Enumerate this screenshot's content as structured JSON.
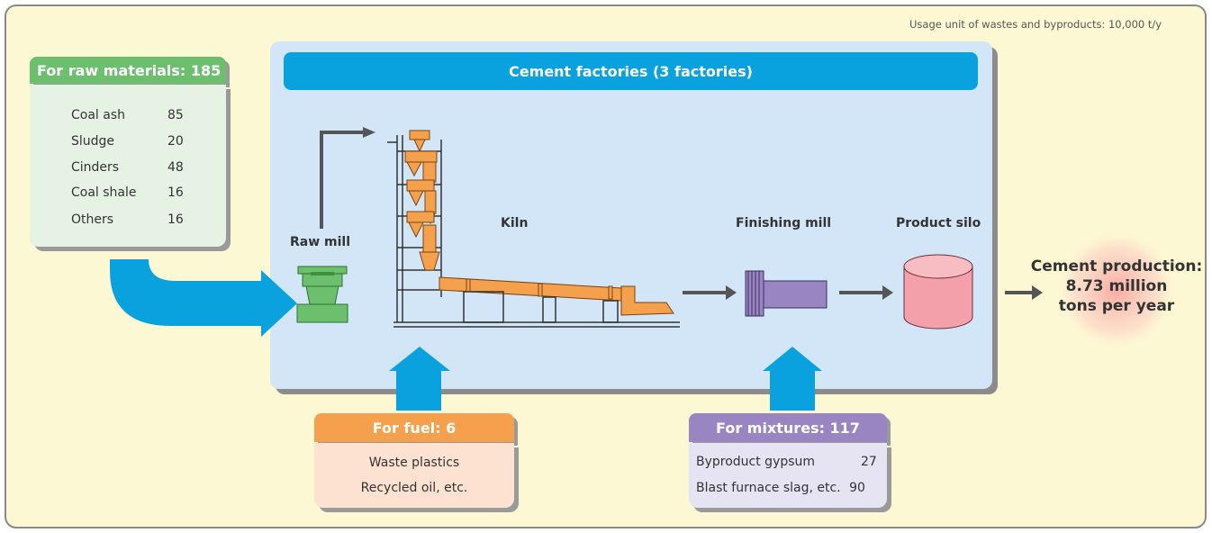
{
  "units_note": "Usage unit of wastes and byproducts: 10,000 t/y",
  "factory": {
    "title": "Cement factories (3 factories)"
  },
  "raw_materials": {
    "header": "For raw materials: 185",
    "items": [
      {
        "label": "Coal ash",
        "value": "85"
      },
      {
        "label": "Sludge",
        "value": "20"
      },
      {
        "label": "Cinders",
        "value": "48"
      },
      {
        "label": "Coal shale",
        "value": "16"
      },
      {
        "label": "Others",
        "value": "16"
      }
    ]
  },
  "fuel": {
    "header": "For fuel: 6",
    "items": [
      "Waste plastics",
      "Recycled oil, etc."
    ]
  },
  "mixtures": {
    "header": "For mixtures: 117",
    "items": [
      {
        "label": "Byproduct gypsum",
        "value": "27"
      },
      {
        "label": "Blast furnace slag, etc.",
        "value": "90"
      }
    ]
  },
  "stages": {
    "raw_mill": "Raw mill",
    "kiln": "Kiln",
    "finishing_mill": "Finishing mill",
    "product_silo": "Product silo"
  },
  "output": {
    "lines": [
      "Cement production:",
      "8.73 million",
      "tons per year"
    ]
  },
  "colors": {
    "background": "#fdf8d4",
    "factory_panel": "#d3e6f7",
    "title_bar": "#0aa2de",
    "flow_arrow": "#0aa2de",
    "raw_green": "#6cc06d",
    "kiln_orange": "#f4a04c",
    "mill_purple": "#9985c1",
    "silo_pink": "#f4a0aa",
    "output_glow": "#f7b0a8"
  }
}
